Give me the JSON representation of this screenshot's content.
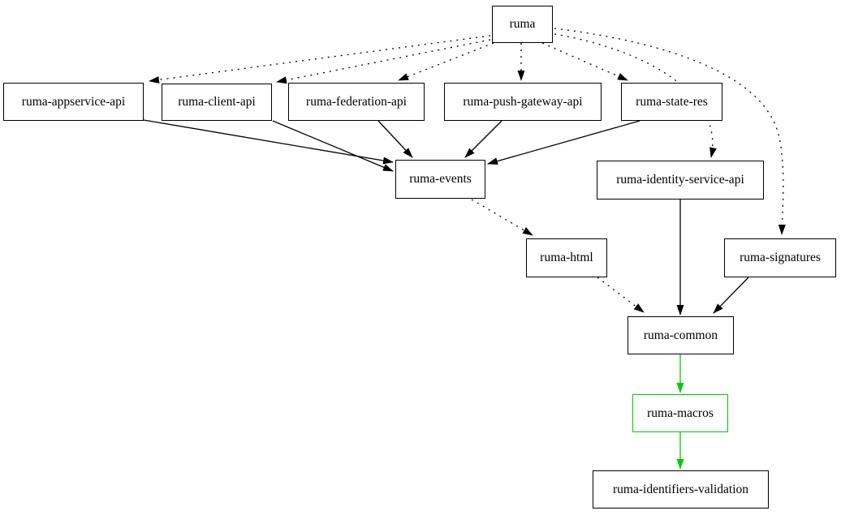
{
  "graph": {
    "kind": "dependency-graph",
    "colors": {
      "background": "#ffffff",
      "node_border": "#000000",
      "edge_default": "#000000",
      "edge_highlight": "#00cc00",
      "text": "#000000"
    },
    "nodes": [
      {
        "id": "ruma",
        "label": "ruma"
      },
      {
        "id": "ruma-appservice-api",
        "label": "ruma-appservice-api"
      },
      {
        "id": "ruma-client-api",
        "label": "ruma-client-api"
      },
      {
        "id": "ruma-federation-api",
        "label": "ruma-federation-api"
      },
      {
        "id": "ruma-push-gateway-api",
        "label": "ruma-push-gateway-api"
      },
      {
        "id": "ruma-state-res",
        "label": "ruma-state-res"
      },
      {
        "id": "ruma-events",
        "label": "ruma-events"
      },
      {
        "id": "ruma-identity-service-api",
        "label": "ruma-identity-service-api"
      },
      {
        "id": "ruma-html",
        "label": "ruma-html"
      },
      {
        "id": "ruma-signatures",
        "label": "ruma-signatures"
      },
      {
        "id": "ruma-common",
        "label": "ruma-common"
      },
      {
        "id": "ruma-macros",
        "label": "ruma-macros",
        "border_color": "#00cc00"
      },
      {
        "id": "ruma-identifiers-validation",
        "label": "ruma-identifiers-validation"
      }
    ],
    "edges": [
      {
        "from": "ruma",
        "to": "ruma-appservice-api",
        "style": "dotted",
        "color": "#000000"
      },
      {
        "from": "ruma",
        "to": "ruma-client-api",
        "style": "dotted",
        "color": "#000000"
      },
      {
        "from": "ruma",
        "to": "ruma-federation-api",
        "style": "dotted",
        "color": "#000000"
      },
      {
        "from": "ruma",
        "to": "ruma-push-gateway-api",
        "style": "dotted",
        "color": "#000000"
      },
      {
        "from": "ruma",
        "to": "ruma-state-res",
        "style": "dotted",
        "color": "#000000"
      },
      {
        "from": "ruma",
        "to": "ruma-identity-service-api",
        "style": "dotted",
        "color": "#000000"
      },
      {
        "from": "ruma",
        "to": "ruma-signatures",
        "style": "dotted",
        "color": "#000000"
      },
      {
        "from": "ruma-appservice-api",
        "to": "ruma-events",
        "style": "solid",
        "color": "#000000"
      },
      {
        "from": "ruma-client-api",
        "to": "ruma-events",
        "style": "solid",
        "color": "#000000"
      },
      {
        "from": "ruma-federation-api",
        "to": "ruma-events",
        "style": "solid",
        "color": "#000000"
      },
      {
        "from": "ruma-push-gateway-api",
        "to": "ruma-events",
        "style": "solid",
        "color": "#000000"
      },
      {
        "from": "ruma-state-res",
        "to": "ruma-events",
        "style": "solid",
        "color": "#000000"
      },
      {
        "from": "ruma-events",
        "to": "ruma-html",
        "style": "dotted",
        "color": "#000000"
      },
      {
        "from": "ruma-html",
        "to": "ruma-common",
        "style": "dotted",
        "color": "#000000"
      },
      {
        "from": "ruma-identity-service-api",
        "to": "ruma-common",
        "style": "solid",
        "color": "#000000"
      },
      {
        "from": "ruma-signatures",
        "to": "ruma-common",
        "style": "solid",
        "color": "#000000"
      },
      {
        "from": "ruma-common",
        "to": "ruma-macros",
        "style": "solid",
        "color": "#00cc00"
      },
      {
        "from": "ruma-macros",
        "to": "ruma-identifiers-validation",
        "style": "solid",
        "color": "#00cc00"
      }
    ]
  }
}
